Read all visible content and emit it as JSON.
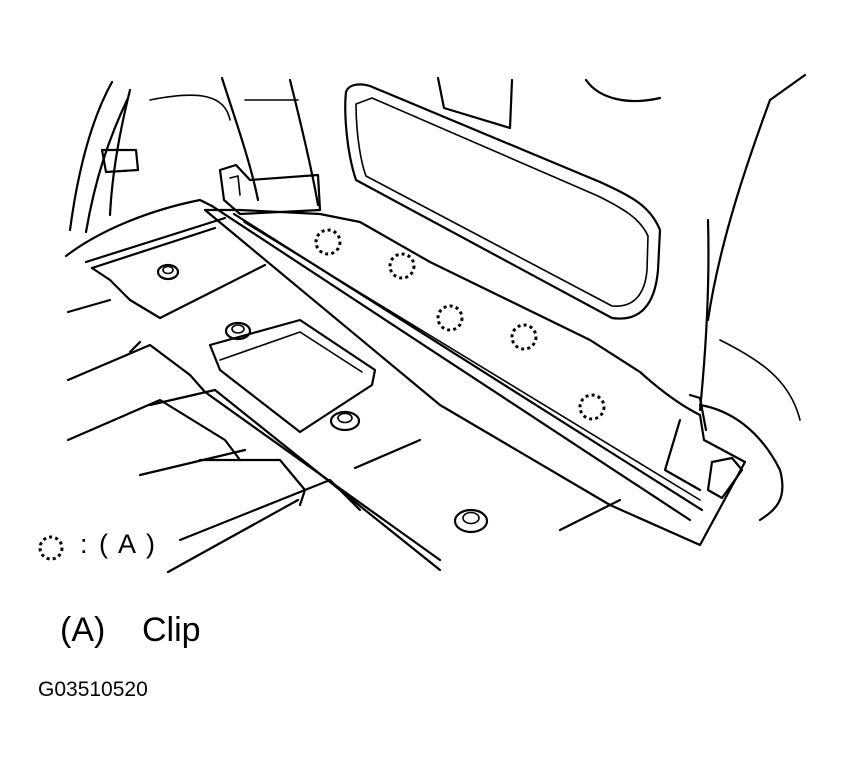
{
  "diagram": {
    "legend": {
      "symbol": "dashed-circle-icon",
      "text": ": ( A )"
    },
    "caption": {
      "code": "(A)",
      "label": "Clip"
    },
    "figure_id": "G03510520"
  }
}
